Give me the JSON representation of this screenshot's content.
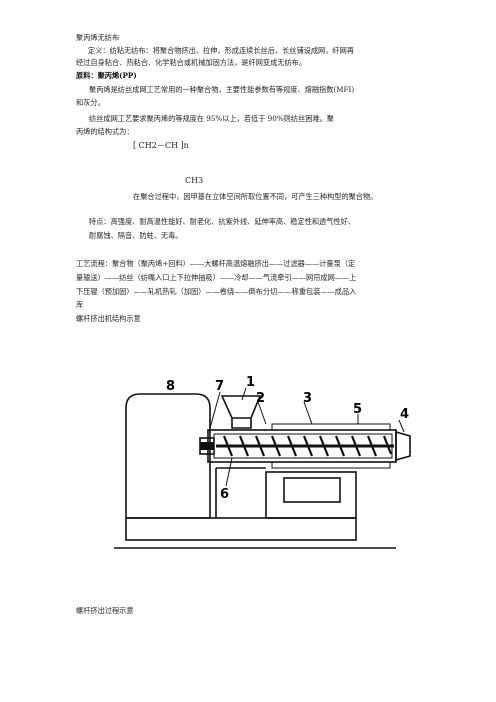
{
  "doc": {
    "title": "聚丙烯无纺布",
    "definition_l1": "定义：纺粘无纺布：将聚合物挤出、拉伸，形成连续长丝后，长丝铺设成网，纤网再",
    "definition_l2": "经过自身粘合、热粘合、化学粘合或机械加固方法，是纤网变成无纺布。",
    "material_head": "原料：聚丙烯(PP)",
    "material_l1": "聚丙烯是纺丝成网工艺常用的一种聚合物，主要性能参数有等规度、熔融指数(MFI)",
    "material_l2": "和灰分。",
    "iso_l1": "纺丝成网工艺要求聚丙烯的等规度在 95%以上，若低于 90%则纺丝困难。聚",
    "iso_l2": "丙烯的结构式为：",
    "formula": "[ CH2－CH ]n",
    "formula_sub": "CH3",
    "polymer_note": "在聚合过程中，因甲基在立体空间所取位置不同，可产生三种构型的聚合物。",
    "features_l1": "特点：高强度、耐高温性能好、耐老化、抗紫外线、延伸率高、稳定性和透气性好、",
    "features_l2": "耐腐蚀、隔音、防蛀、无毒。",
    "process_l1": "工艺流程：聚合物（聚丙烯+回料）——大螺杆高温熔融挤出——过滤器——计量泵（定",
    "process_l2": "量输送）——纺丝（纺嘴入口上下拉伸抽吸）——冷却——气流牵引——网帘成网——上",
    "process_l3": "下压辊（预加固）——轧机热轧（加固）——卷绕——倒布分切——称重包装——成品入",
    "process_l4": "库",
    "diagram_caption": "螺杆挤出机结构示意",
    "bottom_caption": "螺杆挤出过程示意"
  },
  "diagram": {
    "labels": [
      "1",
      "2",
      "3",
      "4",
      "5",
      "6",
      "7",
      "8"
    ]
  }
}
